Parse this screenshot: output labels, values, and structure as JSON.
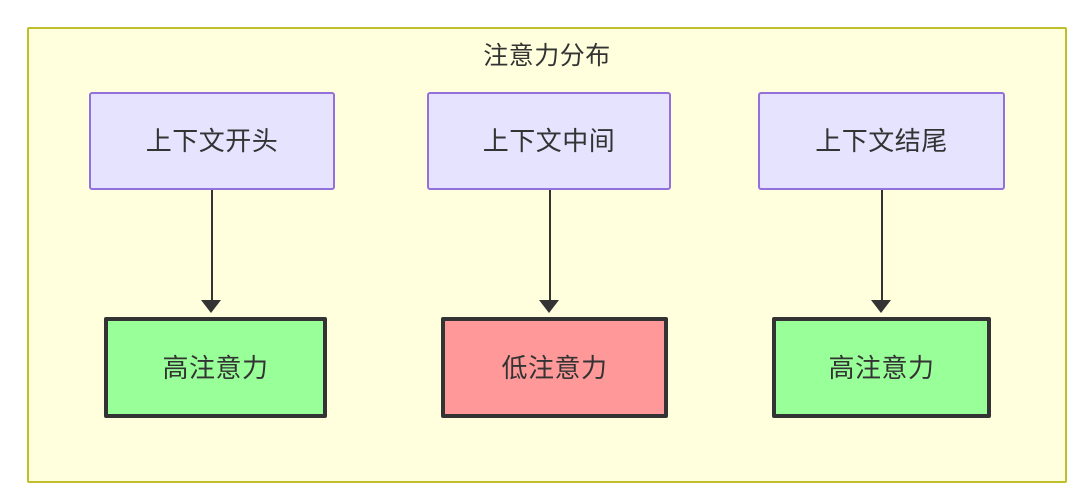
{
  "diagram": {
    "title": "注意力分布",
    "colors": {
      "container_bg": "#ffffde",
      "container_border": "#bfbf2b",
      "context_bg": "#e6e3ff",
      "context_border": "#9370db",
      "high_attention_bg": "#99ff99",
      "low_attention_bg": "#ff9999",
      "node_border_dark": "#333333",
      "text": "#333333",
      "edge": "#333333"
    },
    "columns": [
      {
        "id": "start",
        "source_label": "上下文开头",
        "target_label": "高注意力",
        "target_kind": "high"
      },
      {
        "id": "middle",
        "source_label": "上下文中间",
        "target_label": "低注意力",
        "target_kind": "low"
      },
      {
        "id": "end",
        "source_label": "上下文结尾",
        "target_label": "高注意力",
        "target_kind": "high"
      }
    ]
  }
}
